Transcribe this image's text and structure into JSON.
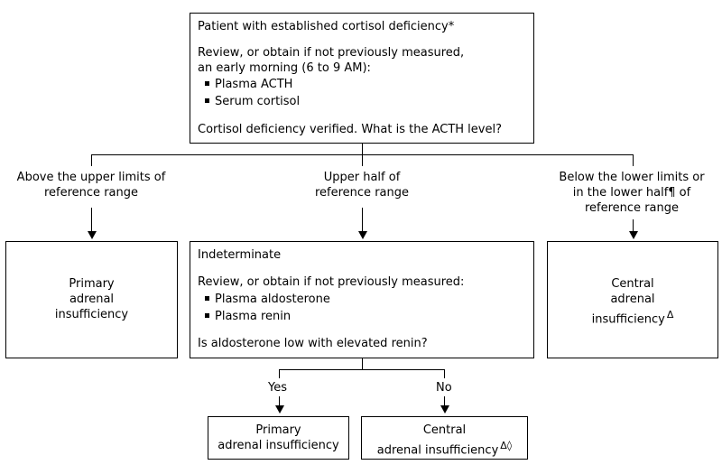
{
  "top_box": {
    "title": "Patient with established cortisol deficiency*",
    "review_line1": "Review, or obtain if not previously measured,",
    "review_line2": "an early morning (6 to 9 AM):",
    "bullets": [
      "Plasma ACTH",
      "Serum cortisol"
    ],
    "question": "Cortisol deficiency verified. What is the ACTH level?"
  },
  "branches": {
    "left": {
      "line1": "Above the upper limits of",
      "line2": "reference range"
    },
    "middle": {
      "line1": "Upper half of",
      "line2": "reference range"
    },
    "right": {
      "line1": "Below the lower limits or",
      "line2": "in the lower half¶ of",
      "line3": "reference range"
    }
  },
  "left_box": {
    "line1": "Primary",
    "line2": "adrenal",
    "line3": "insufficiency"
  },
  "middle_box": {
    "title": "Indeterminate",
    "review": "Review, or obtain if not previously measured:",
    "bullets": [
      "Plasma aldosterone",
      "Plasma renin"
    ],
    "question": "Is aldosterone low with elevated renin?"
  },
  "right_box": {
    "line1": "Central",
    "line2": "adrenal",
    "line3": "insufficiency",
    "mark": "Δ"
  },
  "yes_label": "Yes",
  "no_label": "No",
  "yes_box": {
    "line1": "Primary",
    "line2": "adrenal insufficiency"
  },
  "no_box": {
    "line1": "Central",
    "line2": "adrenal insufficiency",
    "mark": "Δ◊"
  }
}
